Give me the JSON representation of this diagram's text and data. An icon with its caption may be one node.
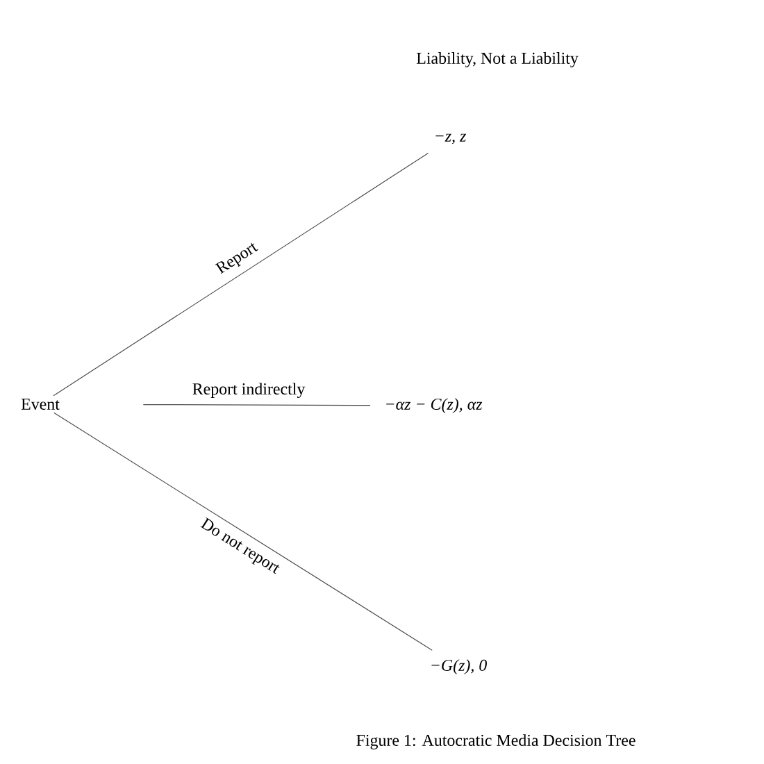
{
  "diagram": {
    "caption": "Figure 1: Autocratic Media Decision Tree",
    "nodes": [
      {
        "text": [
          "Event"
        ]
      },
      {
        "text": [
          "−z, z"
        ]
      },
      {
        "text": [
          "−αz − C(z), αz"
        ]
      },
      {
        "text": [
          "−G(z), 0"
        ]
      }
    ],
    "edges": [
      {
        "from": 0,
        "to": 1,
        "arrow": "none",
        "label": "Report"
      },
      {
        "from": 0,
        "to": 2,
        "arrow": "none",
        "label": "Report indirectly"
      },
      {
        "from": 0,
        "to": 3,
        "arrow": "none",
        "label": "Do not report"
      }
    ],
    "labels": [
      "Liability, Not a Liability"
    ]
  }
}
